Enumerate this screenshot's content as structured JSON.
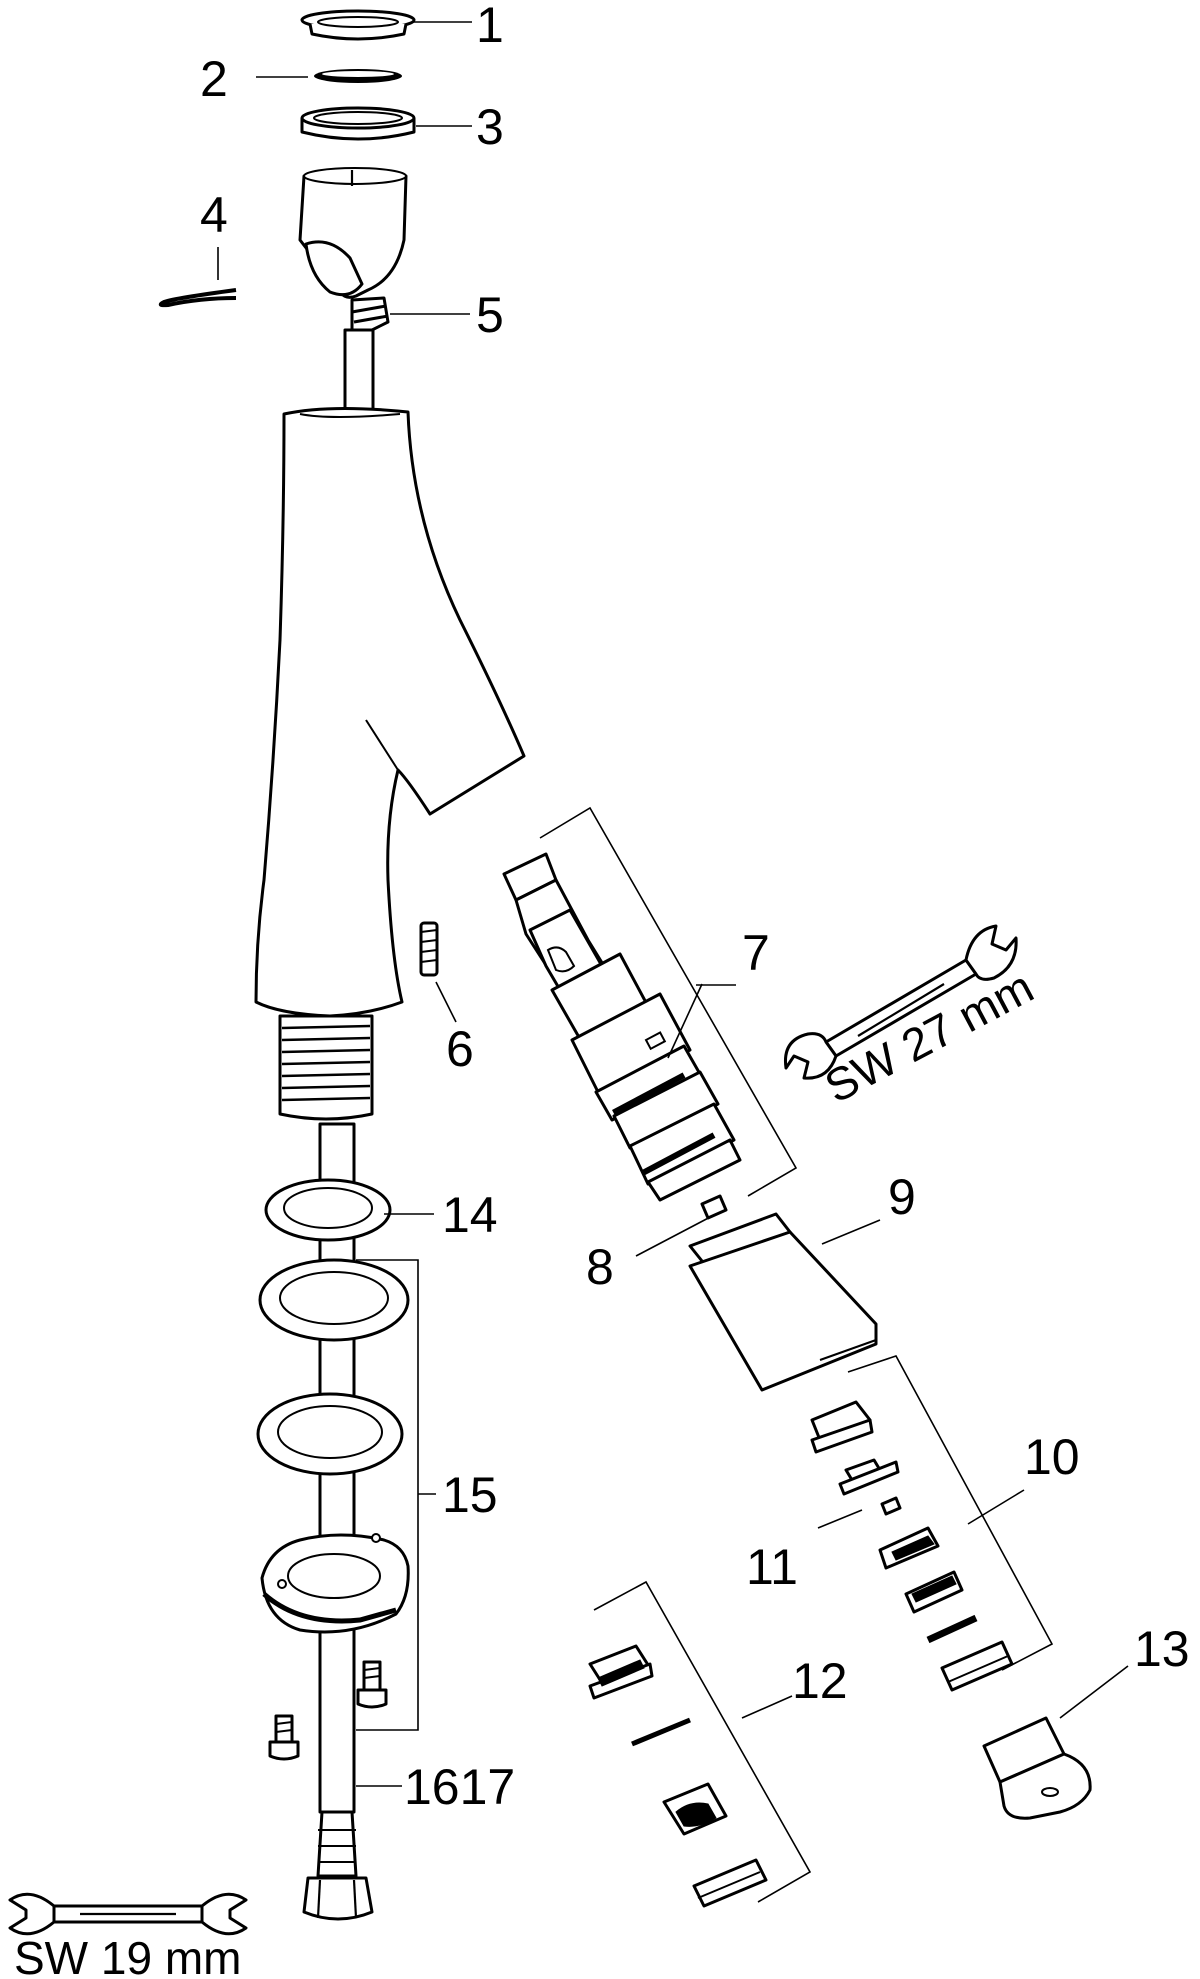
{
  "callouts": {
    "c1": "1",
    "c2": "2",
    "c3": "3",
    "c4": "4",
    "c5": "5",
    "c6": "6",
    "c7": "7",
    "c8": "8",
    "c9": "9",
    "c10": "10",
    "c11": "11",
    "c12": "12",
    "c13": "13",
    "c14": "14",
    "c15": "15",
    "c1617": "1617"
  },
  "tools": {
    "wrench_27": "SW 27 mm",
    "wrench_19": "SW 19 mm"
  }
}
